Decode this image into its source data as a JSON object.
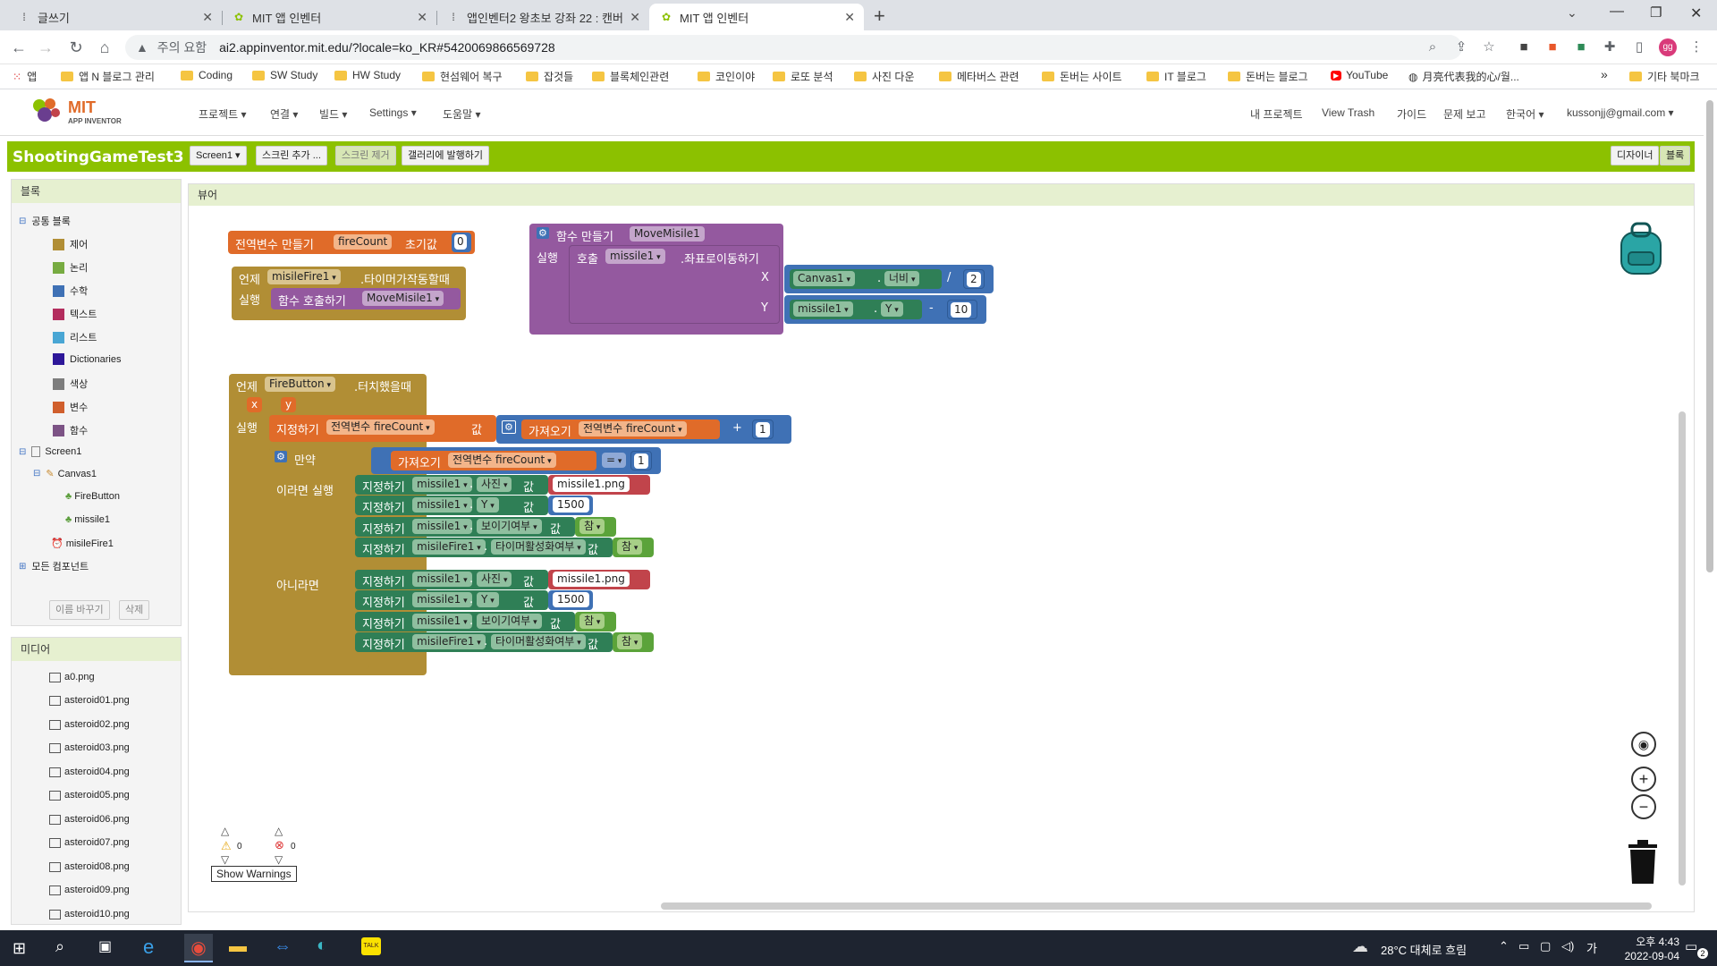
{
  "browser": {
    "tabs": [
      {
        "title": "글쓰기",
        "icon": "blog-icon"
      },
      {
        "title": "MIT 앱 인벤터",
        "icon": "appinventor-icon"
      },
      {
        "title": "앱인벤터2 왕초보 강좌 22 : 캔버",
        "icon": "blog-icon"
      },
      {
        "title": "MIT 앱 인벤터",
        "icon": "appinventor-icon"
      }
    ],
    "new_tab": "+",
    "security_label": "주의 요함",
    "url": "ai2.appinventor.mit.edu/?locale=ko_KR#5420069866569728",
    "bookmarks": [
      "앱",
      "앱 N 블로그 관리",
      "Coding",
      "SW Study",
      "HW Study",
      "현섬웨어 복구",
      "잡것들",
      "블록체인관련",
      "코인이야",
      "로또 분석",
      "사진 다운",
      "메타버스 관련",
      "돈버는 사이트",
      "IT 블로그",
      "돈버는 블로그",
      "YouTube",
      "月亮代表我的心/월..."
    ],
    "bookmark_more": "»",
    "other_bookmarks": "기타 북마크"
  },
  "app": {
    "logo_text_1": "MIT",
    "logo_text_2": "APP INVENTOR",
    "menus": [
      "프로젝트 ▾",
      "연결 ▾",
      "빌드 ▾",
      "Settings ▾",
      "도움말 ▾"
    ],
    "right_menus": [
      "내 프로젝트",
      "View Trash",
      "가이드",
      "문제 보고",
      "한국어 ▾",
      "kussonjj@gmail.com ▾"
    ],
    "project_name": "ShootingGameTest3",
    "screen_select": "Screen1 ▾",
    "add_screen": "스크린 추가 ...",
    "remove_screen": "스크린 제거",
    "publish_gallery": "갤러리에 발행하기",
    "designer_btn": "디자이너",
    "blocks_btn": "블록"
  },
  "blocks_panel": {
    "title": "블록",
    "builtin": "공통 블록",
    "categories": [
      {
        "label": "제어",
        "color": "#b18e35"
      },
      {
        "label": "논리",
        "color": "#77ab41"
      },
      {
        "label": "수학",
        "color": "#3f71b5"
      },
      {
        "label": "텍스트",
        "color": "#b32d5e"
      },
      {
        "label": "리스트",
        "color": "#49a6d4"
      },
      {
        "label": "Dictionaries",
        "color": "#2d1799"
      },
      {
        "label": "색상",
        "color": "#7d7d7d"
      },
      {
        "label": "변수",
        "color": "#d05f2d"
      },
      {
        "label": "함수",
        "color": "#7c5385"
      }
    ],
    "screen": "Screen1",
    "canvas": "Canvas1",
    "fire_button": "FireButton",
    "missile": "missile1",
    "timer": "misileFire1",
    "all_components": "모든 컴포넌트",
    "rename_btn": "이름 바꾸기",
    "delete_btn": "삭제"
  },
  "media_panel": {
    "title": "미디어",
    "files": [
      "a0.png",
      "asteroid01.png",
      "asteroid02.png",
      "asteroid03.png",
      "asteroid04.png",
      "asteroid05.png",
      "asteroid06.png",
      "asteroid07.png",
      "asteroid08.png",
      "asteroid09.png",
      "asteroid10.png"
    ]
  },
  "workspace": {
    "title": "뷰어",
    "global_var": {
      "label": "전역변수 만들기",
      "name": "fireCount",
      "init_label": "초기값",
      "value": "0"
    },
    "timer_event": {
      "prefix": "언제",
      "component": "misileFire1",
      "event": ".타이머가작동할때",
      "do": "실행",
      "call": "함수 호출하기",
      "proc": "MoveMisile1"
    },
    "proc_def": {
      "label": "함수 만들기",
      "name": "MoveMisile1",
      "do": "실행",
      "call": "호출",
      "component": "missile1",
      "method": ".좌표로이동하기",
      "x_label": "X",
      "y_label": "Y",
      "canvas": "Canvas1",
      "width": "너비",
      "div": "/",
      "div_val": "2",
      "missile": "missile1",
      "y_prop": "Y",
      "minus": "-",
      "minus_val": "10"
    },
    "fire_event": {
      "prefix": "언제",
      "component": "FireButton",
      "event": ".터치했을때",
      "param_x": "x",
      "param_y": "y",
      "do": "실행",
      "set": "지정하기",
      "global": "전역변수",
      "var": "fireCount",
      "value_label": "값",
      "get": "가져오기",
      "plus": "+",
      "plus_val": "1",
      "if": "만약",
      "eq": "=",
      "eq_val": "1",
      "then": "이라면 실행",
      "else": "아니라면",
      "then_rows": [
        {
          "set": "지정하기",
          "comp": "missile1",
          "prop": "사진",
          "val_label": "값",
          "value": "missile1.png",
          "color": "red"
        },
        {
          "set": "지정하기",
          "comp": "missile1",
          "prop": "Y",
          "val_label": "값",
          "value": "1500",
          "color": "blue"
        },
        {
          "set": "지정하기",
          "comp": "missile1",
          "prop": "보이기여부",
          "val_label": "값",
          "value": "참",
          "color": "lgreen"
        },
        {
          "set": "지정하기",
          "comp": "misileFire1",
          "prop": "타이머활성화여부",
          "val_label": "값",
          "value": "참",
          "color": "lgreen"
        }
      ],
      "else_rows": [
        {
          "set": "지정하기",
          "comp": "missile1",
          "prop": "사진",
          "val_label": "값",
          "value": "missile1.png",
          "color": "red"
        },
        {
          "set": "지정하기",
          "comp": "missile1",
          "prop": "Y",
          "val_label": "값",
          "value": "1500",
          "color": "blue"
        },
        {
          "set": "지정하기",
          "comp": "missile1",
          "prop": "보이기여부",
          "val_label": "값",
          "value": "참",
          "color": "lgreen"
        },
        {
          "set": "지정하기",
          "comp": "misileFire1",
          "prop": "타이머활성화여부",
          "val_label": "값",
          "value": "참",
          "color": "lgreen"
        }
      ]
    },
    "warnings_count": "0",
    "errors_count": "0",
    "show_warnings": "Show Warnings"
  },
  "taskbar": {
    "weather": "28°C 대체로 흐림",
    "time": "오후 4:43",
    "date": "2022-09-04",
    "notif_count": "2"
  }
}
